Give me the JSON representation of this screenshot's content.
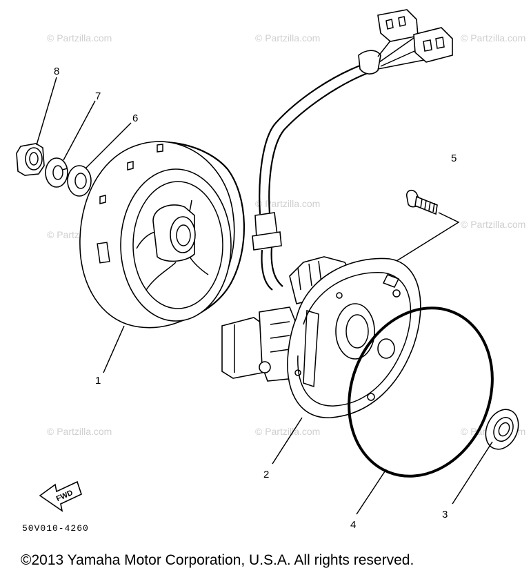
{
  "watermark": {
    "text": "© Partzilla.com"
  },
  "callouts": [
    {
      "id": "1",
      "label": "1"
    },
    {
      "id": "2",
      "label": "2"
    },
    {
      "id": "3",
      "label": "3"
    },
    {
      "id": "4",
      "label": "4"
    },
    {
      "id": "5",
      "label": "5"
    },
    {
      "id": "6",
      "label": "6"
    },
    {
      "id": "7",
      "label": "7"
    },
    {
      "id": "8",
      "label": "8"
    }
  ],
  "fwd_label": "FWD",
  "drawing_code": "50V010-4260",
  "copyright": "©2013 Yamaha Motor Corporation, U.S.A. All rights reserved."
}
